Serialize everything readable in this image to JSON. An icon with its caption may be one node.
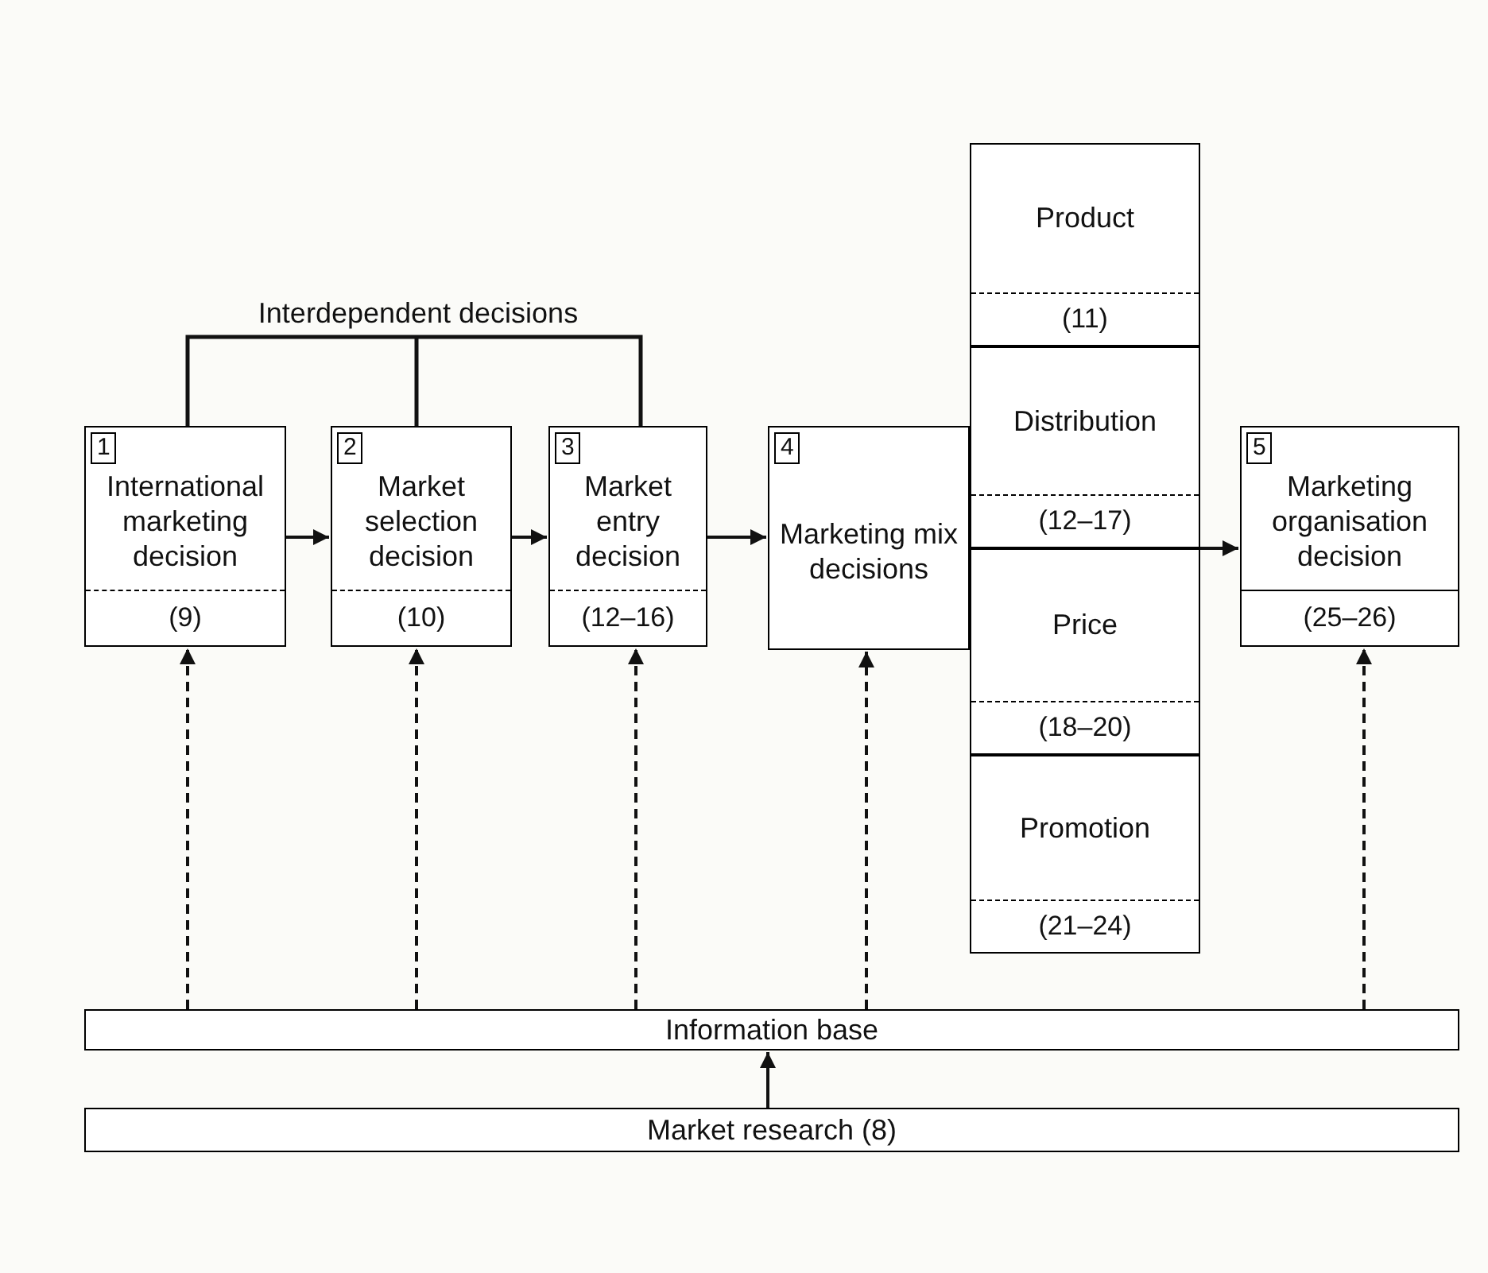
{
  "diagram": {
    "nodes": [
      {
        "text": [
          "1",
          "International marketing decision",
          "(9)"
        ]
      },
      {
        "text": [
          "2",
          "Market selection decision",
          "(10)"
        ]
      },
      {
        "text": [
          "3",
          "Market entry decision",
          "(12–16)"
        ]
      },
      {
        "text": [
          "4",
          "Marketing mix decisions"
        ]
      },
      {
        "text": [
          "Product",
          "(11)"
        ]
      },
      {
        "text": [
          "Distribution",
          "(12–17)"
        ]
      },
      {
        "text": [
          "Price",
          "(18–20)"
        ]
      },
      {
        "text": [
          "Promotion",
          "(21–24)"
        ]
      },
      {
        "text": [
          "5",
          "Marketing organisation decision",
          "(25–26)"
        ]
      },
      {
        "text": [
          "Information base"
        ]
      },
      {
        "text": [
          "Market research (8)"
        ]
      }
    ],
    "edges": [
      {
        "from": 0,
        "to": 1,
        "arrow": "to"
      },
      {
        "from": 1,
        "to": 2,
        "arrow": "to"
      },
      {
        "from": 2,
        "to": 3,
        "arrow": "to"
      },
      {
        "from": 3,
        "to": 8,
        "arrow": "to"
      },
      {
        "from": 9,
        "to": 0,
        "arrow": "to",
        "style": "dashed"
      },
      {
        "from": 9,
        "to": 1,
        "arrow": "to",
        "style": "dashed"
      },
      {
        "from": 9,
        "to": 2,
        "arrow": "to",
        "style": "dashed"
      },
      {
        "from": 9,
        "to": 3,
        "arrow": "to",
        "style": "dashed"
      },
      {
        "from": 9,
        "to": 8,
        "arrow": "to",
        "style": "dashed"
      },
      {
        "from": 10,
        "to": 9,
        "arrow": "to"
      }
    ],
    "labels": [
      "Interdependent decisions"
    ]
  }
}
